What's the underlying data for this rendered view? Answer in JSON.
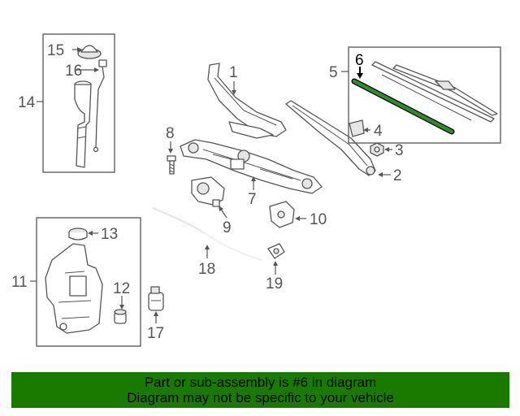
{
  "colors": {
    "banner_bg": "#1a7a00",
    "highlight": "#2e8b2e",
    "line": "#555555"
  },
  "diagram": {
    "highlighted_part": "6",
    "callouts": {
      "p1": "1",
      "p2": "2",
      "p3": "3",
      "p4": "4",
      "p5": "5",
      "p6": "6",
      "p7": "7",
      "p8": "8",
      "p9": "9",
      "p10": "10",
      "p11": "11",
      "p12": "12",
      "p13": "13",
      "p14": "14",
      "p15": "15",
      "p16": "16",
      "p17": "17",
      "p18": "18",
      "p19": "19"
    }
  },
  "banner": {
    "line1": "Part or sub-assembly is #6 in diagram",
    "line2": "Diagram may not be specific to your vehicle"
  }
}
